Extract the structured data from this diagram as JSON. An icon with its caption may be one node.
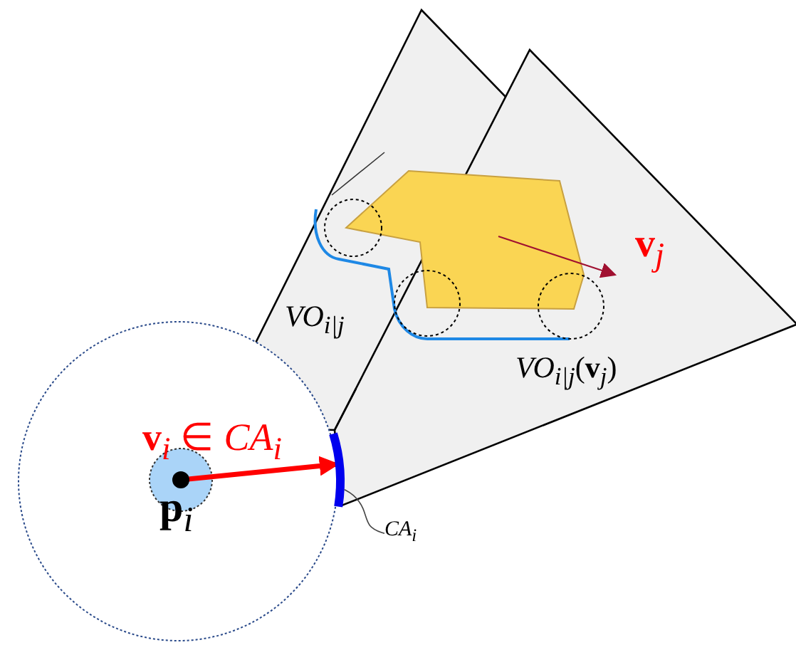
{
  "diagram": {
    "nodes": [
      {
        "text": [
          "*CA*$_{i}$"
        ]
      },
      {
        "text": [],
        "shape": "arc"
      }
    ],
    "edges": [
      {
        "from": 0,
        "to": 1,
        "arrow": "none"
      }
    ],
    "labels": [
      "*VO*$_{i|j}$",
      "**v**$_{j}$",
      "*VO*$_{i|j}$(**v**$_{j}$)",
      "**v**$_{i}$ ∈ *CA*$_{i}$",
      "**p**$_{i}$"
    ]
  }
}
